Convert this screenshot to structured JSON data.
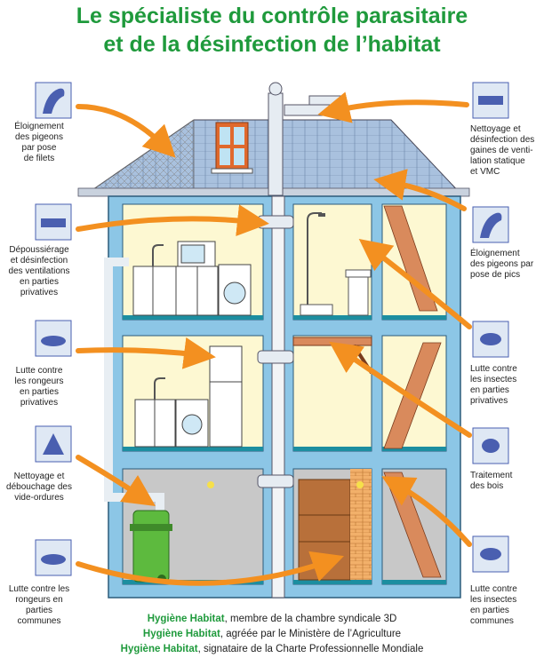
{
  "title": {
    "line1": "Le spécialiste du contrôle parasitaire",
    "line2": "et de la désinfection de l’habitat"
  },
  "left_labels": [
    {
      "id": "pigeons-filets",
      "icon": "pigeon-icon",
      "text": [
        "Éloignement",
        "des pigeons",
        "par pose",
        "de filets"
      ]
    },
    {
      "id": "ventilations",
      "icon": "vent-duct-icon",
      "text": [
        "Dépoussiérage",
        "et désinfection",
        "des ventilations",
        "en parties",
        "privatives"
      ]
    },
    {
      "id": "rongeurs-privatives",
      "icon": "rat-icon",
      "text": [
        "Lutte contre",
        "les rongeurs",
        "en parties",
        "privatives"
      ]
    },
    {
      "id": "vide-ordures",
      "icon": "chute-icon",
      "text": [
        "Nettoyage et",
        "débouchage des",
        "vide-ordures"
      ]
    },
    {
      "id": "rongeurs-communes",
      "icon": "rat-icon",
      "text": [
        "Lutte contre les",
        "rongeurs en",
        "parties",
        "communes"
      ]
    }
  ],
  "right_labels": [
    {
      "id": "gaines",
      "icon": "vent-duct-icon",
      "text": [
        "Nettoyage et",
        "désinfection des",
        "gaines de venti-",
        "lation statique",
        "et VMC"
      ]
    },
    {
      "id": "pigeons-pics",
      "icon": "pigeon-icon",
      "text": [
        "Éloignement",
        "des pigeons par",
        "pose de pics"
      ]
    },
    {
      "id": "insectes-privatives",
      "icon": "cockroach-icon",
      "text": [
        "Lutte contre",
        "les insectes",
        "en parties",
        "privatives"
      ]
    },
    {
      "id": "bois",
      "icon": "beetle-icon",
      "text": [
        "Traitement",
        "des bois"
      ]
    },
    {
      "id": "insectes-communes",
      "icon": "cockroach-icon",
      "text": [
        "Lutte contre",
        "les insectes",
        "en parties",
        "communes"
      ]
    }
  ],
  "footer": [
    {
      "brand": "Hygiène Habitat",
      "rest": ", membre de la chambre syndicale 3D"
    },
    {
      "brand": "Hygiène Habitat",
      "rest": ", agréée par le Ministère de l’Agriculture"
    },
    {
      "brand": "Hygiène Habitat",
      "rest": ", signataire de la Charte Professionnelle Mondiale"
    }
  ],
  "colors": {
    "title_green": "#1f9a3c",
    "wall_blue": "#8cc6e6",
    "room_cream": "#fdf8d2",
    "basement_grey": "#c8c8c8",
    "arrow_orange": "#f39020",
    "roof_slate": "#9fb8d8",
    "icon_blue": "#4a5fb0"
  }
}
